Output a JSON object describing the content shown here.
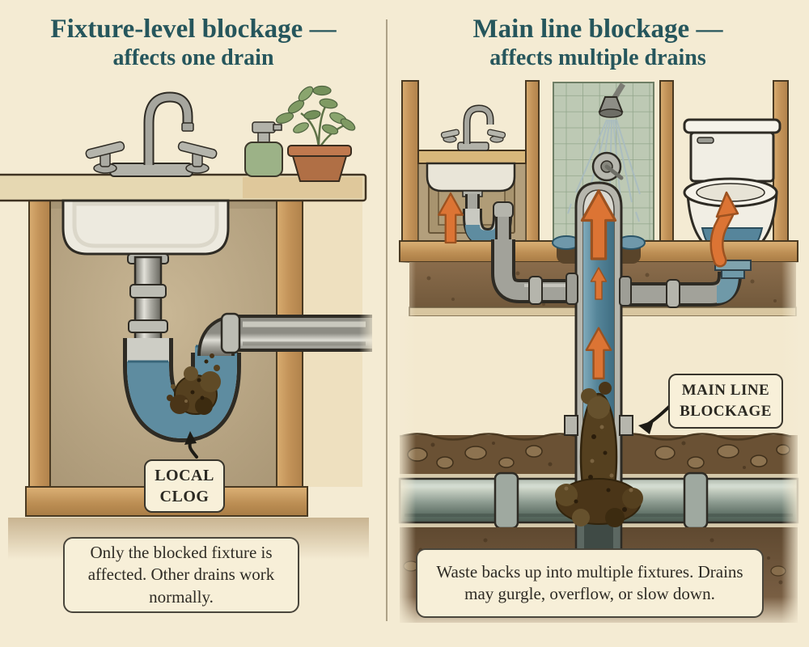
{
  "left_panel": {
    "title_line1": "Fixture-level blockage —",
    "title_line2": "affects one drain",
    "clog_label": {
      "line1": "LOCAL",
      "line2": "CLOG"
    },
    "caption": "Only the blocked fixture is affected. Other drains work normally.",
    "scene_elements": [
      "bathroom-sink",
      "gooseneck-faucet",
      "soap-dispenser",
      "potted-plant",
      "countertop",
      "cabinet-frame",
      "p-trap",
      "drain-pipe",
      "local-clog",
      "pointer-arrow"
    ]
  },
  "right_panel": {
    "title_line1": "Main line blockage —",
    "title_line2": "affects multiple drains",
    "blockage_label": {
      "line1": "MAIN LINE",
      "line2": "BLOCKAGE"
    },
    "caption": "Waste backs up into multiple fixtures. Drains may gurgle, overflow, or slow down.",
    "scene_elements": [
      "small-sink",
      "shower",
      "tiled-wall",
      "toilet",
      "vertical-stack",
      "branch-pipes",
      "main-sewer-line",
      "soil",
      "main-line-clog",
      "backup-arrows",
      "pointer-arrow"
    ]
  },
  "colors": {
    "background": "#f4ebd3",
    "title_text": "#26565c",
    "body_text": "#2e2b24",
    "label_background": "#f8f0d9",
    "label_border": "#38352c",
    "backup_arrow_orange": "#dc7434",
    "water_blue": "#5e8ca0",
    "clog_brown": "#55401f",
    "wood_tan": "#c79a5f",
    "pipe_gray": "#a6a69e",
    "tile_green": "#bdc9b4",
    "soil_brown": "#6b5236"
  }
}
